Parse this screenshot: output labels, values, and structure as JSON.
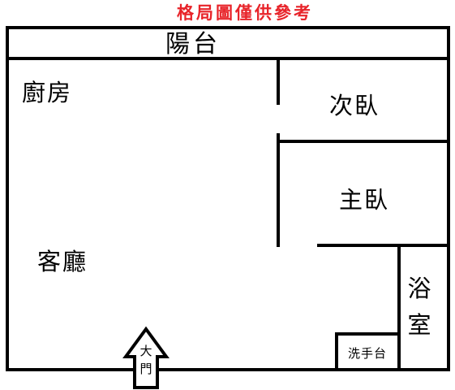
{
  "plan": {
    "note": "格局圖僅供參考",
    "rooms": {
      "balcony": "陽台",
      "kitchen": "廚房",
      "second_bedroom": "次臥",
      "master_bedroom": "主臥",
      "living_room": "客廳",
      "bathroom_line1": "浴",
      "bathroom_line2": "室",
      "washbasin": "洗手台"
    },
    "entrance": {
      "line1": "大",
      "line2": "門"
    }
  }
}
